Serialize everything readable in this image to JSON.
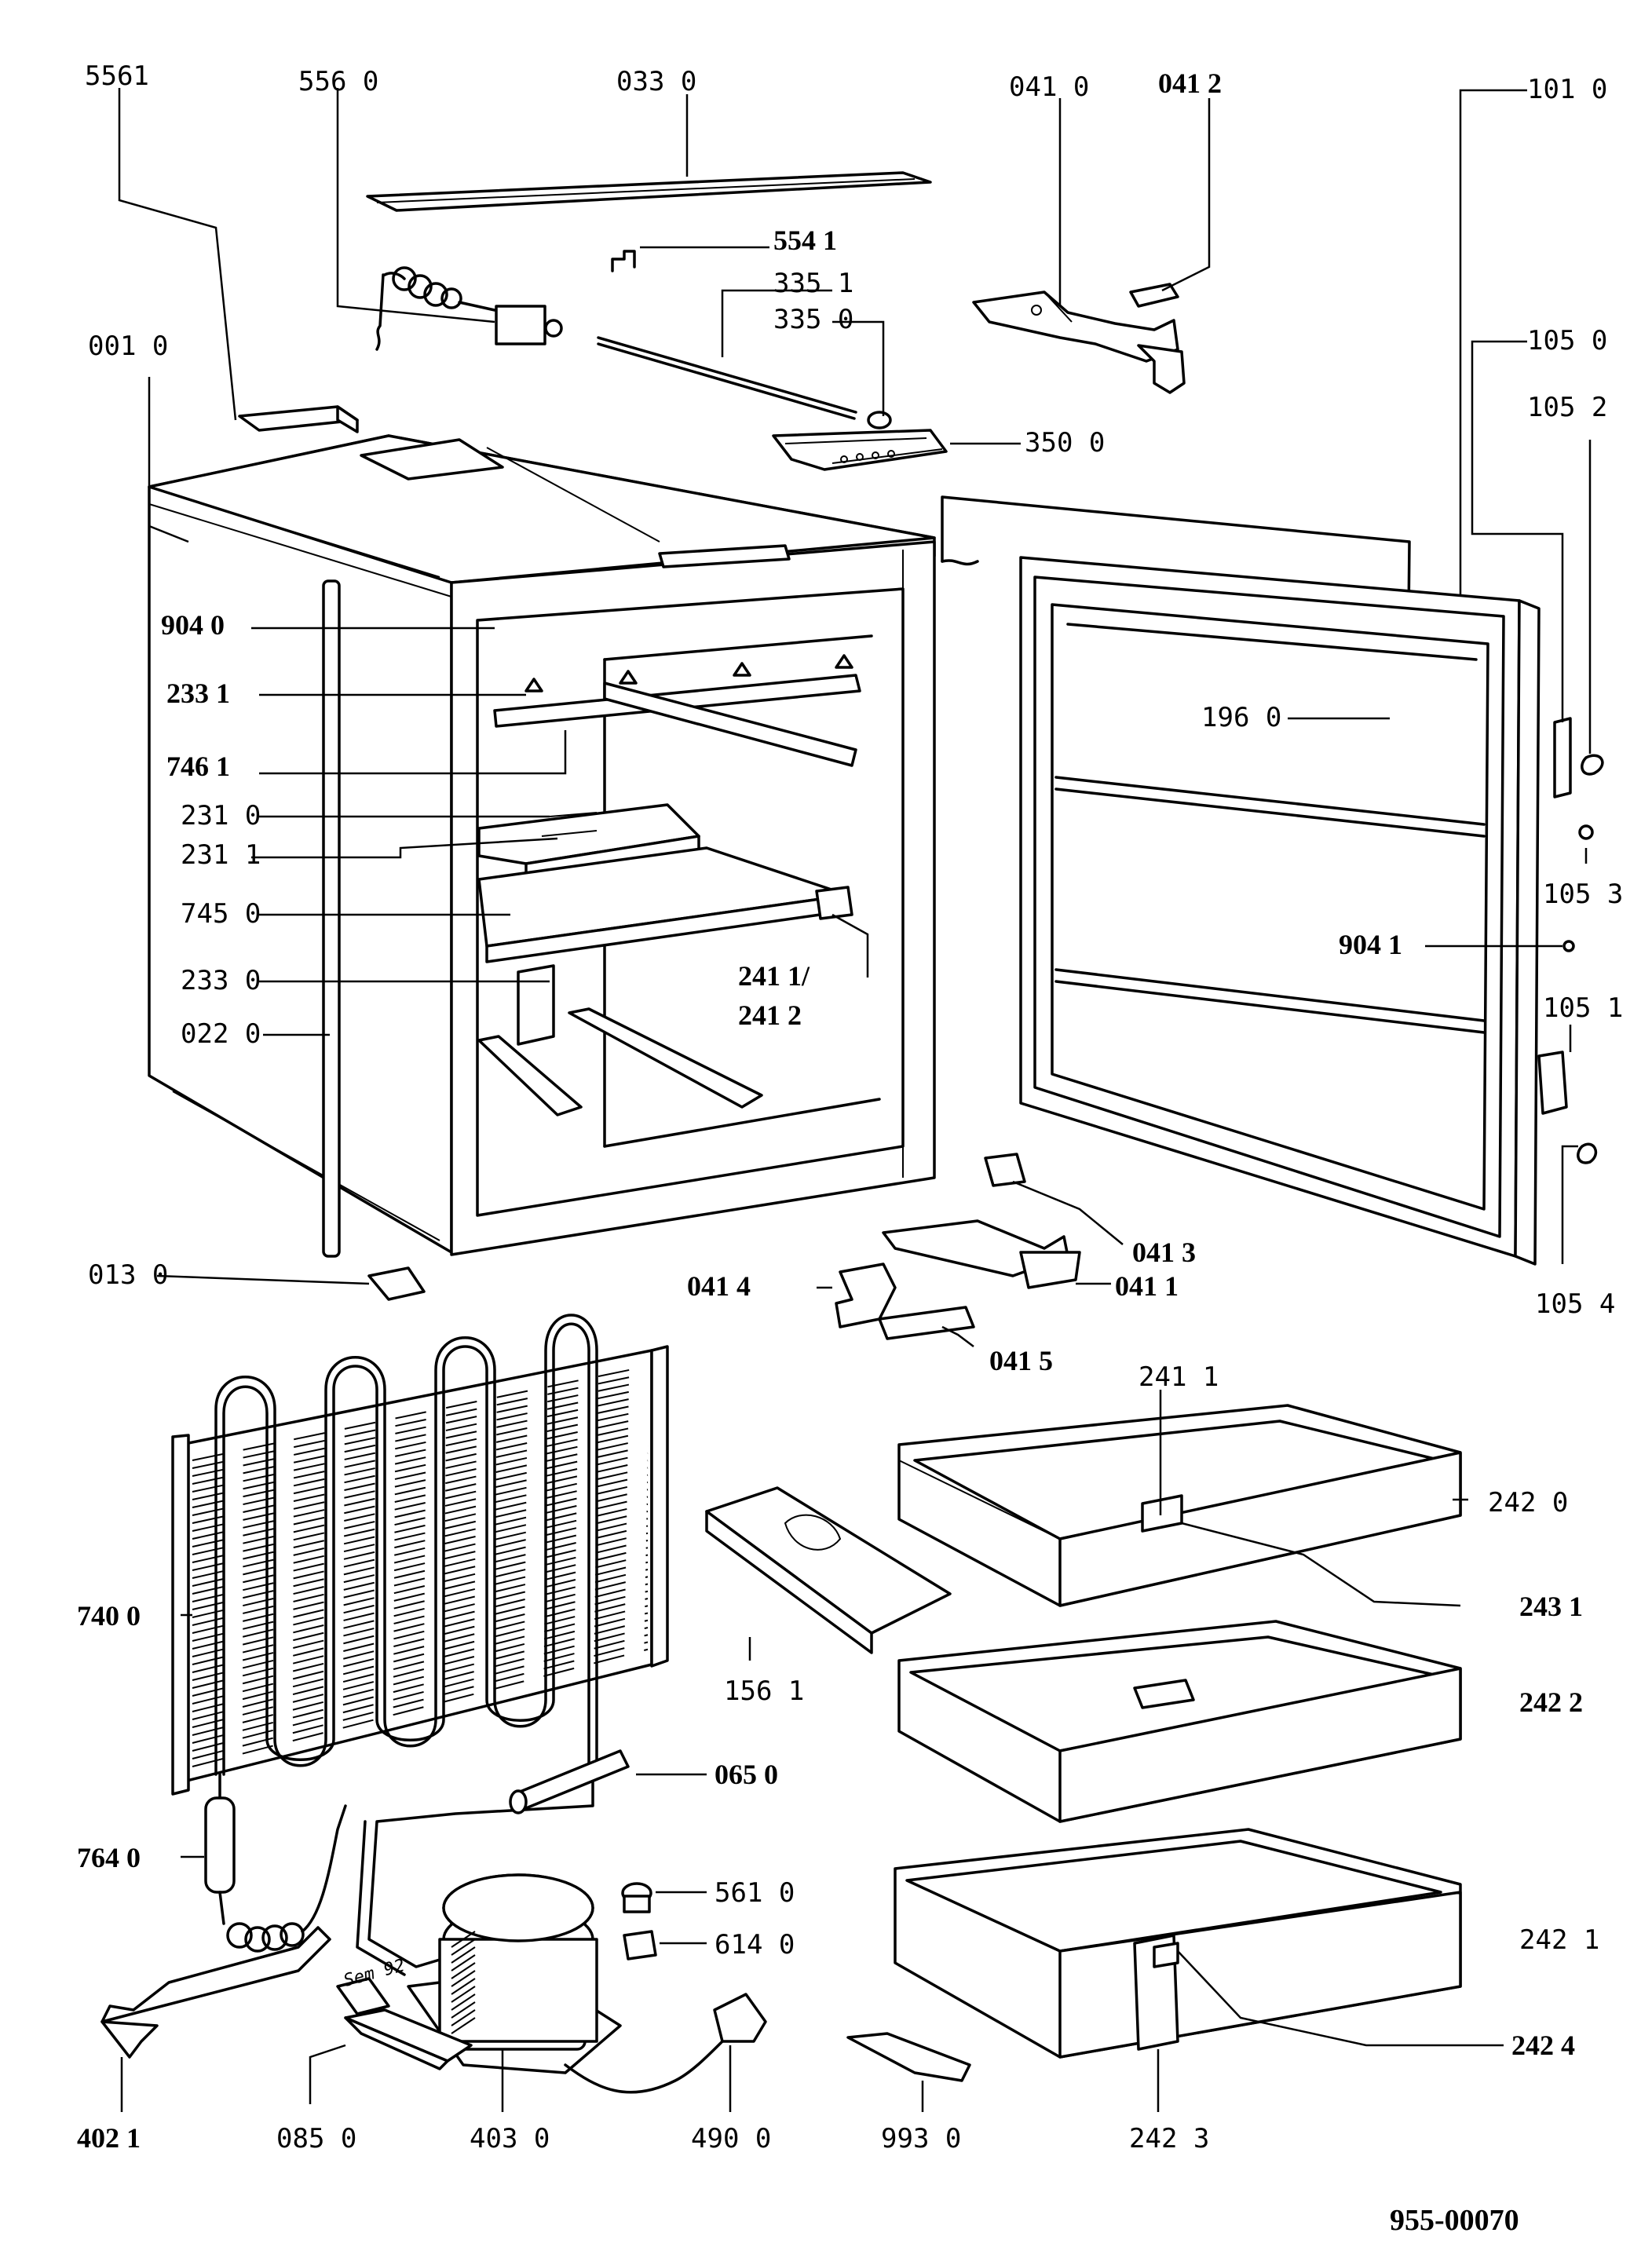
{
  "drawing_number": "955-00070",
  "parts": {
    "p5561": "5561",
    "p5560": "556 0",
    "p0330": "033 0",
    "p0410": "041 0",
    "p0412": "041 2",
    "p1010": "101 0",
    "p5541": "554 1",
    "p3351": "335 1",
    "p3350": "335 0",
    "p0010": "001 0",
    "p1050": "105 0",
    "p1052": "105 2",
    "p3500": "350 0",
    "p9040": "904 0",
    "p2331": "233 1",
    "p7461": "746 1",
    "p2310": "231 0",
    "p2311": "231 1",
    "p7450": "745 0",
    "p2330": "233 0",
    "p0220": "022 0",
    "p2411a": "241 1/",
    "p2412": "241 2",
    "p1960": "196 0",
    "p1053": "105 3",
    "p9041": "904 1",
    "p1051": "105 1",
    "p1054": "105 4",
    "p0130": "013 0",
    "p0413": "041 3",
    "p0414": "041 4",
    "p0411": "041 1",
    "p0415": "041 5",
    "p2411": "241 1",
    "p2420": "242 0",
    "p7400": "740 0",
    "p1561": "156 1",
    "p2431": "243 1",
    "p2422": "242 2",
    "p0650": "065 0",
    "p7640": "764 0",
    "p5610": "561 0",
    "p6140": "614 0",
    "p2421": "242 1",
    "p2424": "242 4",
    "p4021": "402 1",
    "p0850": "085 0",
    "p4030": "403 0",
    "p4900": "490 0",
    "p9930": "993 0",
    "p2423": "242 3"
  },
  "handwritten_note": "Sem 92"
}
